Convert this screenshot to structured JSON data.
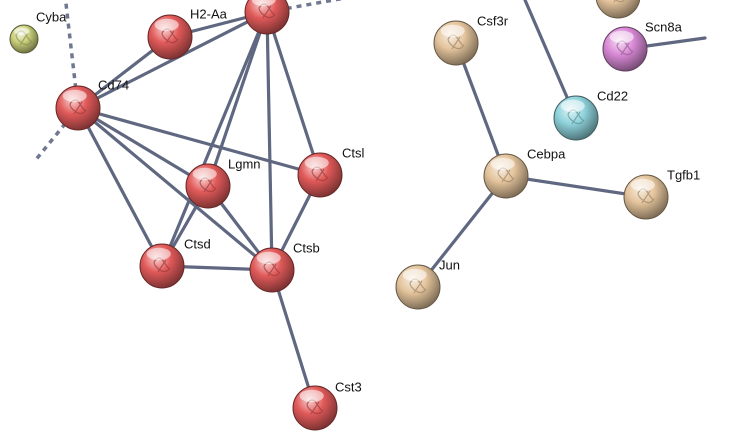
{
  "network": {
    "nodes": [
      {
        "id": "cyba",
        "label": "Cyba",
        "color": "#c9cf7a",
        "partial": true
      },
      {
        "id": "h2aa",
        "label": "H2-Aa",
        "color": "#e25a5a"
      },
      {
        "id": "top",
        "label": "",
        "color": "#e25a5a"
      },
      {
        "id": "cd74",
        "label": "Cd74",
        "color": "#e25a5a"
      },
      {
        "id": "lgmn",
        "label": "Lgmn",
        "color": "#e25a5a"
      },
      {
        "id": "ctsl",
        "label": "Ctsl",
        "color": "#e25a5a"
      },
      {
        "id": "ctsd",
        "label": "Ctsd",
        "color": "#e25a5a"
      },
      {
        "id": "ctsb",
        "label": "Ctsb",
        "color": "#e25a5a"
      },
      {
        "id": "cst3",
        "label": "Cst3",
        "color": "#e25a5a"
      },
      {
        "id": "csf3r",
        "label": "Csf3r",
        "color": "#e4c49c"
      },
      {
        "id": "topright",
        "label": "",
        "color": "#e4c49c"
      },
      {
        "id": "scn8a",
        "label": "Scn8a",
        "color": "#d98ad6"
      },
      {
        "id": "cd22",
        "label": "Cd22",
        "color": "#8fd3dc"
      },
      {
        "id": "cebpa",
        "label": "Cebpa",
        "color": "#e4c49c"
      },
      {
        "id": "tgfb1",
        "label": "Tgfb1",
        "color": "#e4c49c"
      },
      {
        "id": "jun",
        "label": "Jun",
        "color": "#e4c49c"
      }
    ],
    "edges": [
      {
        "from": "h2aa",
        "to": "top"
      },
      {
        "from": "h2aa",
        "to": "cd74"
      },
      {
        "from": "top",
        "to": "cd74"
      },
      {
        "from": "top",
        "to": "lgmn"
      },
      {
        "from": "top",
        "to": "ctsl"
      },
      {
        "from": "top",
        "to": "ctsd"
      },
      {
        "from": "top",
        "to": "ctsb"
      },
      {
        "from": "cd74",
        "to": "lgmn"
      },
      {
        "from": "cd74",
        "to": "ctsl"
      },
      {
        "from": "cd74",
        "to": "ctsd"
      },
      {
        "from": "cd74",
        "to": "ctsb"
      },
      {
        "from": "lgmn",
        "to": "ctsd"
      },
      {
        "from": "lgmn",
        "to": "ctsb"
      },
      {
        "from": "ctsl",
        "to": "ctsb"
      },
      {
        "from": "ctsd",
        "to": "ctsb"
      },
      {
        "from": "ctsb",
        "to": "cst3"
      },
      {
        "from": "csf3r",
        "to": "cebpa"
      },
      {
        "from": "cebpa",
        "to": "tgfb1"
      },
      {
        "from": "cebpa",
        "to": "jun"
      },
      {
        "from": "cd22",
        "to": "offscreen-cd22"
      },
      {
        "from": "scn8a",
        "to": "offscreen-scn8a"
      }
    ],
    "dotted_edges": [
      {
        "from": "cd74",
        "to": "offscreen-cd74-top"
      },
      {
        "from": "cd74",
        "to": "offscreen-cd74-left"
      },
      {
        "from": "top",
        "to": "offscreen-top-right"
      }
    ],
    "colors": {
      "edge": "#5f6880",
      "dotted_edge": "#6f7890",
      "background": "#ffffff"
    }
  }
}
